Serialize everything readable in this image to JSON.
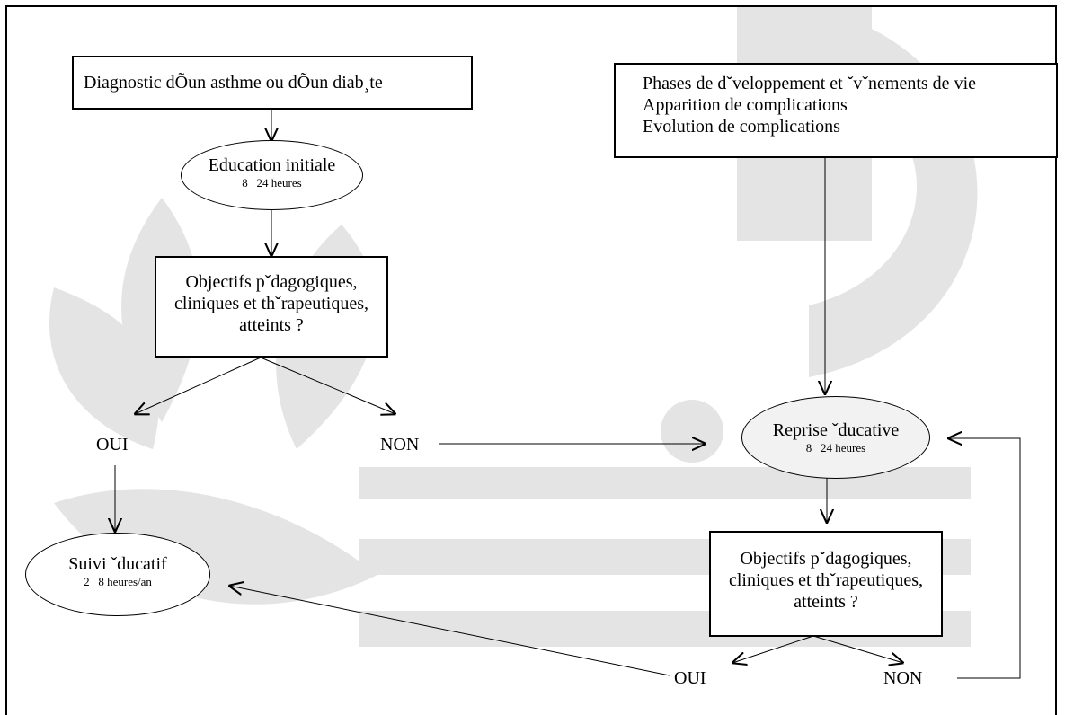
{
  "diagram": {
    "diagnostic": "Diagnostic dÕun asthme ou dÕun diab¸te",
    "education_initiale": {
      "title": "Education initiale",
      "duration": "8   24 heures"
    },
    "objectifs_left": [
      "Objectifs pˇdagogiques,",
      "cliniques et thˇrapeutiques,",
      "atteints ?"
    ],
    "left_oui": "OUI",
    "left_non": "NON",
    "suivi": {
      "title": "Suivi ˇducatif",
      "duration": "2   8 heures/an"
    },
    "phases": [
      "Phases de dˇveloppement et ˇvˇnements de vie",
      "Apparition de complications",
      "Evolution de complications"
    ],
    "reprise": {
      "title": "Reprise ˇducative",
      "duration": "8   24 heures"
    },
    "objectifs_right": [
      "Objectifs pˇdagogiques,",
      "cliniques et thˇrapeutiques,",
      "atteints ?"
    ],
    "right_oui": "OUI",
    "right_non": "NON"
  },
  "watermark_color": "#e3e3e3"
}
